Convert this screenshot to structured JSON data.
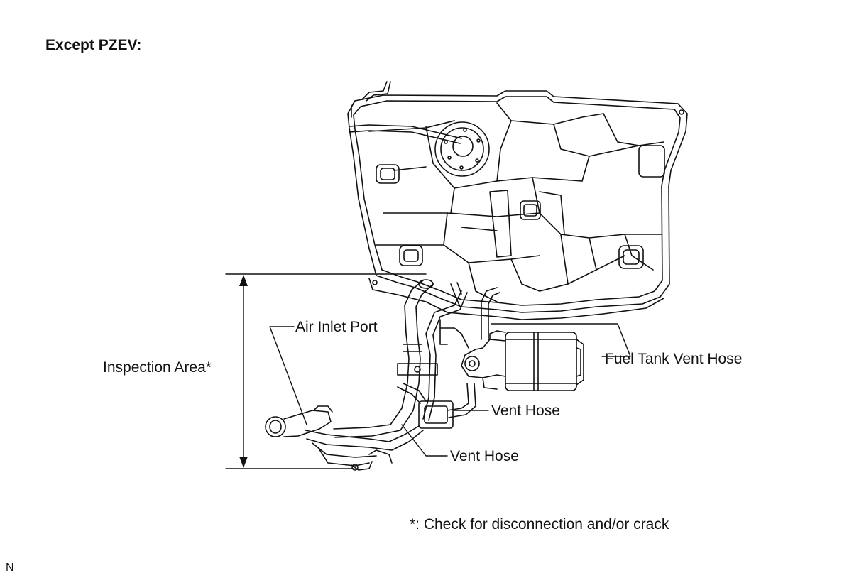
{
  "heading": "Except PZEV:",
  "labels": {
    "air_inlet_port": "Air Inlet Port",
    "inspection_area": "Inspection Area*",
    "fuel_tank_vent_hose": "Fuel Tank Vent Hose",
    "vent_hose_upper": "Vent Hose",
    "vent_hose_lower": "Vent Hose"
  },
  "footnote": "*: Check for disconnection and/or crack",
  "corner_mark": "N",
  "colors": {
    "line": "#111111",
    "background": "#ffffff"
  }
}
